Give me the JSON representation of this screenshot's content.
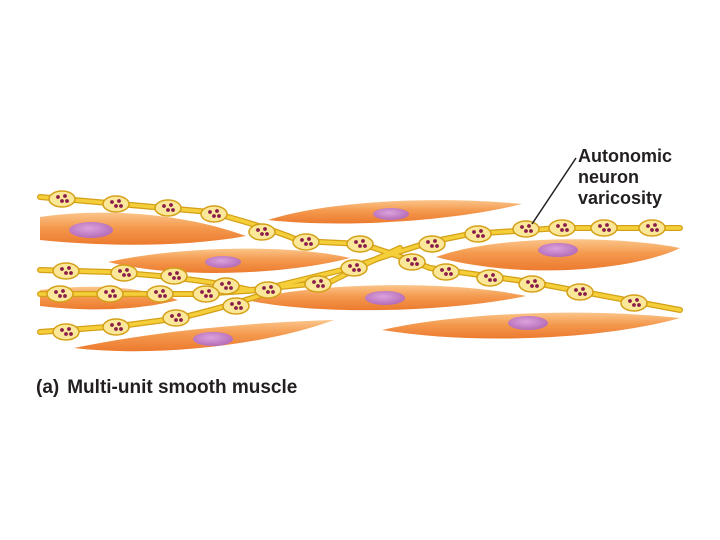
{
  "figure": {
    "callout_lines": [
      "Autonomic",
      "neuron",
      "varicosity"
    ],
    "caption_tag": "(a)",
    "caption_text": "Multi-unit smooth muscle"
  },
  "colors": {
    "muscle_cell": "#f28a3e",
    "muscle_highlight": "#fbc58a",
    "nucleus": "#c57fc8",
    "axon": "#f5cf3a",
    "varicosity": "#fbe79a",
    "vesicle": "#8a1c4a",
    "text": "#231f20"
  }
}
